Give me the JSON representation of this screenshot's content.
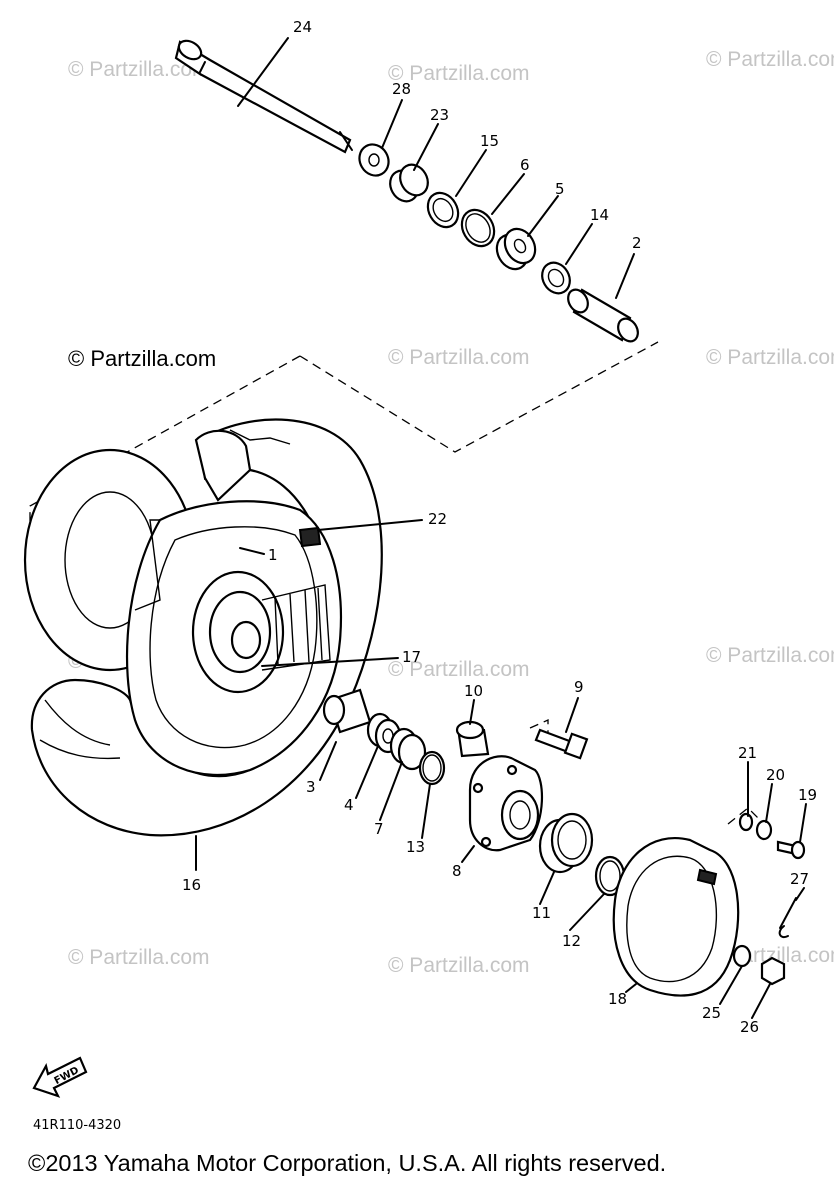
{
  "watermarks": {
    "text": "© Partzilla.com",
    "main_text": "© Partzilla.com"
  },
  "diagram_code": "41R110-4320",
  "fwd_label": "FWD",
  "copyright": "©2013  Yamaha Motor Corporation, U.S.A. All rights reserved.",
  "callouts": {
    "p1": "1",
    "p2": "2",
    "p3": "3",
    "p4": "4",
    "p5": "5",
    "p6": "6",
    "p7": "7",
    "p8": "8",
    "p9": "9",
    "p10": "10",
    "p11": "11",
    "p12": "12",
    "p13": "13",
    "p14": "14",
    "p15": "15",
    "p16": "16",
    "p17": "17",
    "p18": "18",
    "p19": "19",
    "p20": "20",
    "p21": "21",
    "p22": "22",
    "p23": "23",
    "p24": "24",
    "p25": "25",
    "p26": "26",
    "p27": "27",
    "p28": "28"
  }
}
